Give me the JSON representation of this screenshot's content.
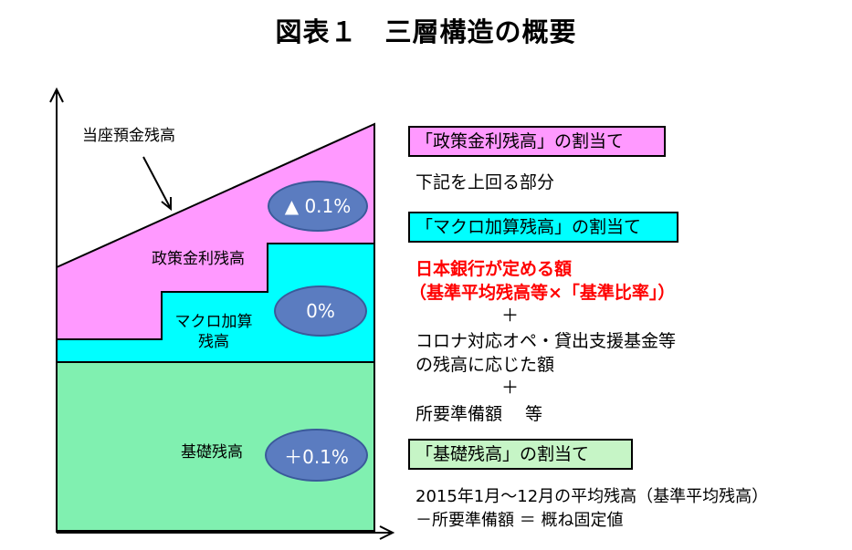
{
  "title": "図表１　三層構造の概要",
  "diagram": {
    "labels": {
      "current_account": "当座預金残高",
      "policy_layer": "政策金利残高",
      "macro_layer_line1": "マクロ加算",
      "macro_layer_line2": "残高",
      "basic_layer": "基礎残高"
    },
    "rates": {
      "policy": "▲ 0.1%",
      "macro": "0%",
      "basic": "＋0.1%"
    },
    "colors": {
      "policy": "#ff99ff",
      "macro": "#00ffff",
      "basic": "#80f0b0",
      "ellipse": "#5b7cc0"
    }
  },
  "legend": {
    "policy_box": "「政策金利残高」の割当て",
    "policy_desc": "下記を上回る部分",
    "macro_box": "「マクロ加算残高」の割当て",
    "macro_desc_red1": "日本銀行が定める額",
    "macro_desc_red2": "（基準平均残高等×「基準比率」）",
    "plus1": "＋",
    "macro_desc2_line1": "コロナ対応オペ・貸出支援基金等",
    "macro_desc2_line2": "の残高に応じた額",
    "plus2": "＋",
    "macro_desc3": "所要準備額　 等",
    "basic_box": "「基礎残高」の割当て",
    "basic_desc_line1": "2015年1月～12月の平均残高（基準平均残高）",
    "basic_desc_line2": "－所要準備額 ＝ 概ね固定値"
  }
}
